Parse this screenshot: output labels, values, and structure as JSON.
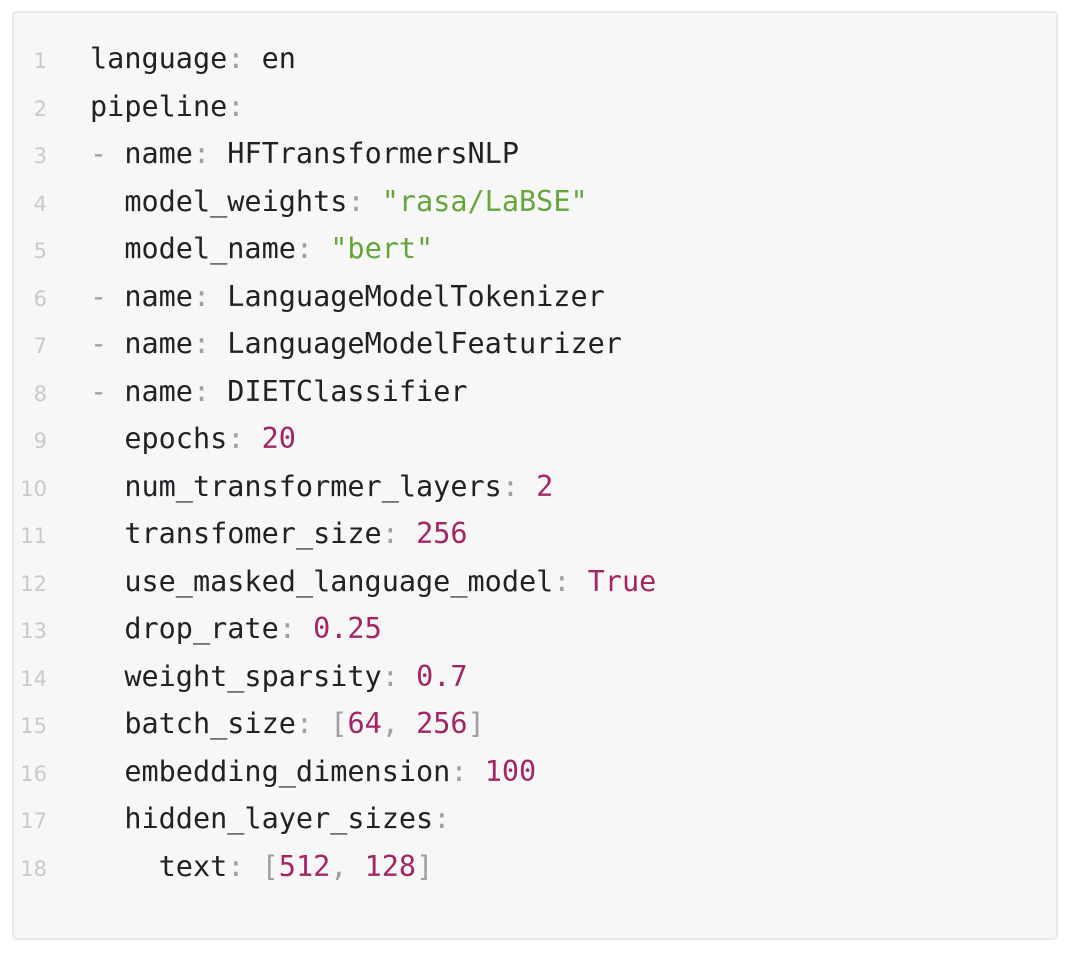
{
  "code_block": {
    "content_type": "yaml-config",
    "line_count": 18,
    "colors": {
      "background": "#f7f7f8",
      "border": "#e8e8eb",
      "line_number": "#c8c9cd",
      "key": "#212226",
      "punctuation": "#9fa0a4",
      "string": "#66a53a",
      "number": "#a62465",
      "boolean": "#a62465"
    },
    "lines": [
      {
        "no": "1",
        "tokens": [
          {
            "t": "key",
            "v": "language"
          },
          {
            "t": "punc",
            "v": ":"
          },
          {
            "t": "plain",
            "v": " en"
          }
        ]
      },
      {
        "no": "2",
        "tokens": [
          {
            "t": "key",
            "v": "pipeline"
          },
          {
            "t": "punc",
            "v": ":"
          }
        ]
      },
      {
        "no": "3",
        "tokens": [
          {
            "t": "punc",
            "v": "- "
          },
          {
            "t": "key",
            "v": "name"
          },
          {
            "t": "punc",
            "v": ":"
          },
          {
            "t": "plain",
            "v": " HFTransformersNLP"
          }
        ]
      },
      {
        "no": "4",
        "tokens": [
          {
            "t": "plain",
            "v": "  "
          },
          {
            "t": "key",
            "v": "model_weights"
          },
          {
            "t": "punc",
            "v": ":"
          },
          {
            "t": "plain",
            "v": " "
          },
          {
            "t": "str",
            "v": "\"rasa/LaBSE\""
          }
        ]
      },
      {
        "no": "5",
        "tokens": [
          {
            "t": "plain",
            "v": "  "
          },
          {
            "t": "key",
            "v": "model_name"
          },
          {
            "t": "punc",
            "v": ":"
          },
          {
            "t": "plain",
            "v": " "
          },
          {
            "t": "str",
            "v": "\"bert\""
          }
        ]
      },
      {
        "no": "6",
        "tokens": [
          {
            "t": "punc",
            "v": "- "
          },
          {
            "t": "key",
            "v": "name"
          },
          {
            "t": "punc",
            "v": ":"
          },
          {
            "t": "plain",
            "v": " LanguageModelTokenizer"
          }
        ]
      },
      {
        "no": "7",
        "tokens": [
          {
            "t": "punc",
            "v": "- "
          },
          {
            "t": "key",
            "v": "name"
          },
          {
            "t": "punc",
            "v": ":"
          },
          {
            "t": "plain",
            "v": " LanguageModelFeaturizer"
          }
        ]
      },
      {
        "no": "8",
        "tokens": [
          {
            "t": "punc",
            "v": "- "
          },
          {
            "t": "key",
            "v": "name"
          },
          {
            "t": "punc",
            "v": ":"
          },
          {
            "t": "plain",
            "v": " DIETClassifier"
          }
        ]
      },
      {
        "no": "9",
        "tokens": [
          {
            "t": "plain",
            "v": "  "
          },
          {
            "t": "key",
            "v": "epochs"
          },
          {
            "t": "punc",
            "v": ":"
          },
          {
            "t": "plain",
            "v": " "
          },
          {
            "t": "num",
            "v": "20"
          }
        ]
      },
      {
        "no": "10",
        "tokens": [
          {
            "t": "plain",
            "v": "  "
          },
          {
            "t": "key",
            "v": "num_transformer_layers"
          },
          {
            "t": "punc",
            "v": ":"
          },
          {
            "t": "plain",
            "v": " "
          },
          {
            "t": "num",
            "v": "2"
          }
        ]
      },
      {
        "no": "11",
        "tokens": [
          {
            "t": "plain",
            "v": "  "
          },
          {
            "t": "key",
            "v": "transfomer_size"
          },
          {
            "t": "punc",
            "v": ":"
          },
          {
            "t": "plain",
            "v": " "
          },
          {
            "t": "num",
            "v": "256"
          }
        ]
      },
      {
        "no": "12",
        "tokens": [
          {
            "t": "plain",
            "v": "  "
          },
          {
            "t": "key",
            "v": "use_masked_language_model"
          },
          {
            "t": "punc",
            "v": ":"
          },
          {
            "t": "plain",
            "v": " "
          },
          {
            "t": "bool",
            "v": "True"
          }
        ]
      },
      {
        "no": "13",
        "tokens": [
          {
            "t": "plain",
            "v": "  "
          },
          {
            "t": "key",
            "v": "drop_rate"
          },
          {
            "t": "punc",
            "v": ":"
          },
          {
            "t": "plain",
            "v": " "
          },
          {
            "t": "num",
            "v": "0.25"
          }
        ]
      },
      {
        "no": "14",
        "tokens": [
          {
            "t": "plain",
            "v": "  "
          },
          {
            "t": "key",
            "v": "weight_sparsity"
          },
          {
            "t": "punc",
            "v": ":"
          },
          {
            "t": "plain",
            "v": " "
          },
          {
            "t": "num",
            "v": "0.7"
          }
        ]
      },
      {
        "no": "15",
        "tokens": [
          {
            "t": "plain",
            "v": "  "
          },
          {
            "t": "key",
            "v": "batch_size"
          },
          {
            "t": "punc",
            "v": ":"
          },
          {
            "t": "plain",
            "v": " "
          },
          {
            "t": "punc",
            "v": "["
          },
          {
            "t": "num",
            "v": "64"
          },
          {
            "t": "punc",
            "v": ", "
          },
          {
            "t": "num",
            "v": "256"
          },
          {
            "t": "punc",
            "v": "]"
          }
        ]
      },
      {
        "no": "16",
        "tokens": [
          {
            "t": "plain",
            "v": "  "
          },
          {
            "t": "key",
            "v": "embedding_dimension"
          },
          {
            "t": "punc",
            "v": ":"
          },
          {
            "t": "plain",
            "v": " "
          },
          {
            "t": "num",
            "v": "100"
          }
        ]
      },
      {
        "no": "17",
        "tokens": [
          {
            "t": "plain",
            "v": "  "
          },
          {
            "t": "key",
            "v": "hidden_layer_sizes"
          },
          {
            "t": "punc",
            "v": ":"
          }
        ]
      },
      {
        "no": "18",
        "tokens": [
          {
            "t": "plain",
            "v": "    "
          },
          {
            "t": "key",
            "v": "text"
          },
          {
            "t": "punc",
            "v": ":"
          },
          {
            "t": "plain",
            "v": " "
          },
          {
            "t": "punc",
            "v": "["
          },
          {
            "t": "num",
            "v": "512"
          },
          {
            "t": "punc",
            "v": ", "
          },
          {
            "t": "num",
            "v": "128"
          },
          {
            "t": "punc",
            "v": "]"
          }
        ]
      }
    ]
  }
}
